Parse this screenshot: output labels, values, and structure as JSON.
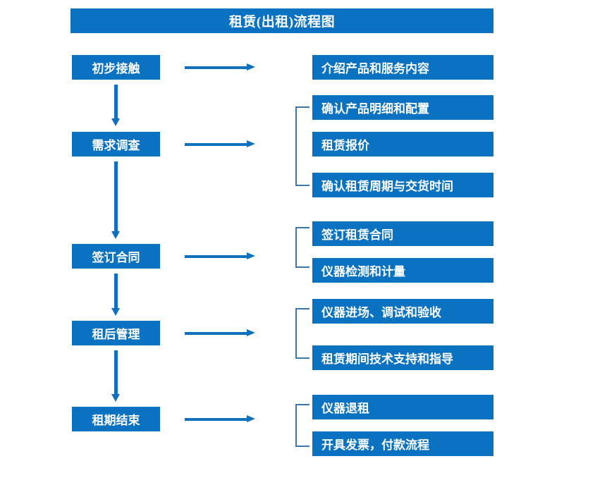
{
  "title": "租赁(出租)流程图",
  "accent_color": "#0a72c0",
  "arrow_color": "#1070bc",
  "bracket_color": "#3b77ab",
  "text_color": "#ffffff",
  "stages": [
    {
      "label": "初步接触"
    },
    {
      "label": "需求调查"
    },
    {
      "label": "签订合同"
    },
    {
      "label": "租后管理"
    },
    {
      "label": "租期结束"
    }
  ],
  "details": [
    {
      "label": "介绍产品和服务内容"
    },
    {
      "label": "确认产品明细和配置"
    },
    {
      "label": "租赁报价"
    },
    {
      "label": "确认租赁周期与交货时间"
    },
    {
      "label": "签订租赁合同"
    },
    {
      "label": "仪器检测和计量"
    },
    {
      "label": "仪器进场、调试和验收"
    },
    {
      "label": "租赁期间技术支持和指导"
    },
    {
      "label": "仪器退租"
    },
    {
      "label": "开具发票，付款流程"
    }
  ]
}
